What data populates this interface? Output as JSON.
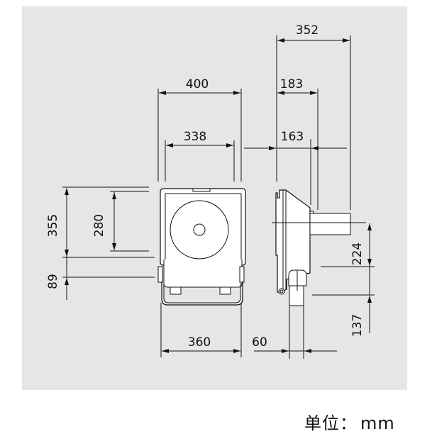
{
  "diagram": {
    "type": "floodlight-dimension-drawing",
    "units_label": "单位：",
    "units_value": "mm",
    "colors": {
      "panel_background": "#e6e6e6",
      "line": "#111111",
      "fixture_fill": "#ffffff"
    },
    "front_view": {
      "dimensions": {
        "overall_width": "400",
        "inner_width": "338",
        "bracket_width": "360",
        "overall_height": "355",
        "lens_height": "280",
        "bracket_drop": "89"
      }
    },
    "side_view": {
      "dimensions": {
        "overall_depth": "352",
        "housing_depth": "183",
        "body_depth": "163",
        "bracket_thickness": "60",
        "mount_height": "224",
        "bracket_bottom": "137"
      }
    }
  }
}
